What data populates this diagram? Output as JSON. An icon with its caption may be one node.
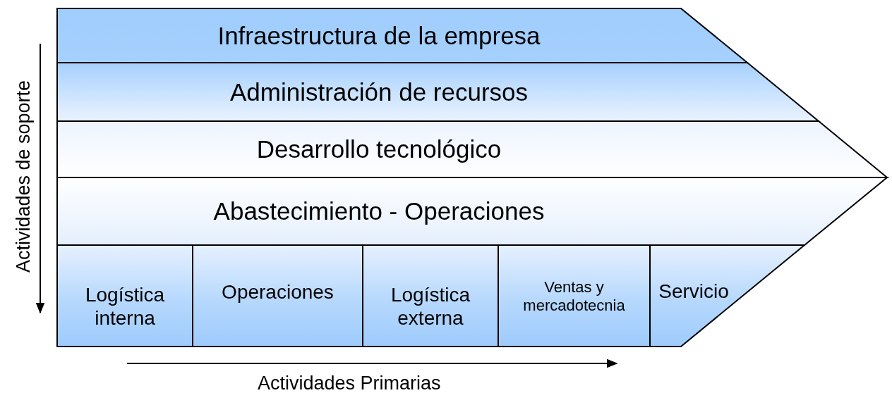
{
  "diagram": {
    "nodes": [
      {
        "text": [
          "Infraestructura de la empresa"
        ]
      },
      {
        "text": [
          "Administración de recursos"
        ]
      },
      {
        "text": [
          "Desarrollo tecnológico"
        ]
      },
      {
        "text": [
          "Abastecimiento - Operaciones"
        ]
      },
      {
        "text": [
          "Logística interna"
        ]
      },
      {
        "text": [
          "Operaciones"
        ]
      },
      {
        "text": [
          "Logística externa"
        ]
      },
      {
        "text": [
          "Ventas y mercadotecnia"
        ]
      },
      {
        "text": [
          "Servicio"
        ]
      }
    ],
    "edges": [],
    "labels": [
      "Actividades de soporte",
      "Actividades Primarias"
    ]
  }
}
